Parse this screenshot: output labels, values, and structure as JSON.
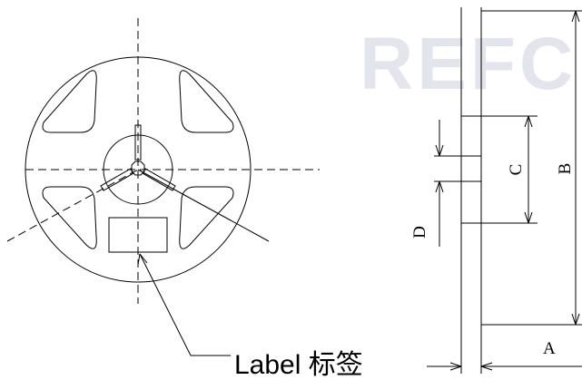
{
  "watermark": "REFC",
  "label_text": "Label 标签",
  "dimensions": {
    "a": "A",
    "b": "B",
    "c": "C",
    "d": "D"
  }
}
